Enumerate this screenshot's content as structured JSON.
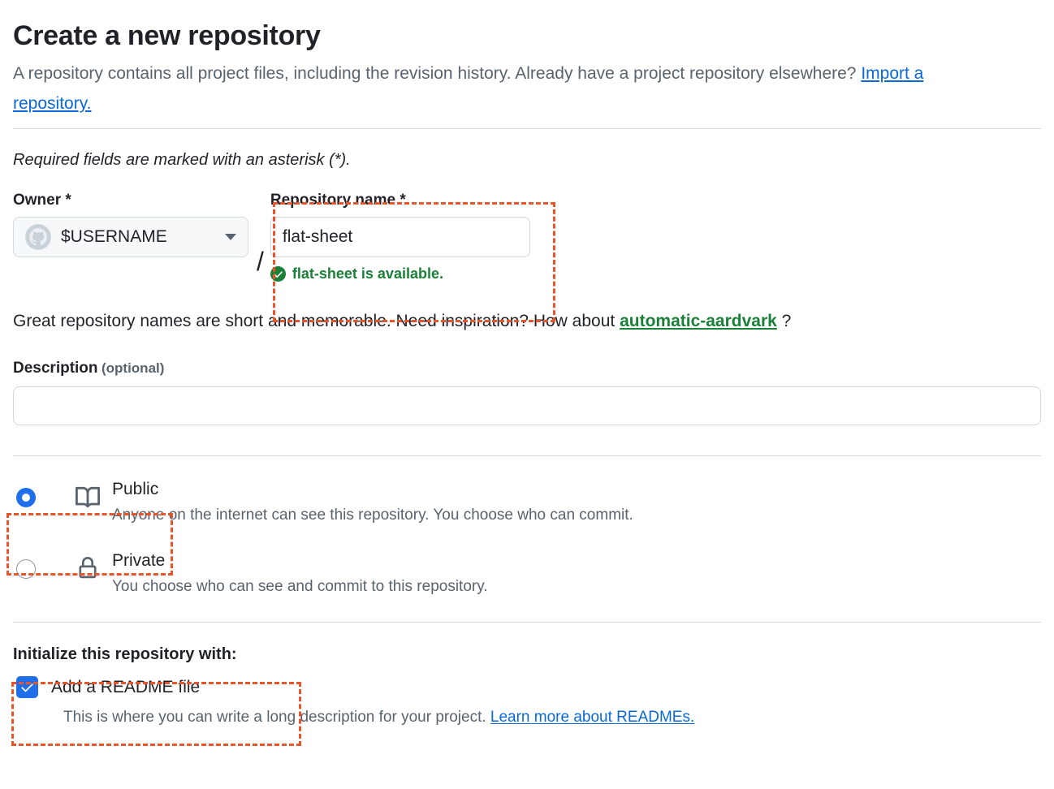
{
  "header": {
    "title": "Create a new repository",
    "subtitle_before": "A repository contains all project files, including the revision history. Already have a project repository elsewhere? ",
    "import_link": "Import a repository."
  },
  "required_note": "Required fields are marked with an asterisk (*).",
  "owner": {
    "label": "Owner *",
    "value": "$USERNAME",
    "avatar_icon": "github-octocat-avatar-icon",
    "caret_icon": "chevron-down-icon"
  },
  "separator": "/",
  "repository_name": {
    "label": "Repository name *",
    "value": "flat-sheet",
    "placeholder": "",
    "availability_icon": "check-circle-fill-icon",
    "availability_text": "flat-sheet is available."
  },
  "suggestion": {
    "prefix": "Great repository names are short and memorable. Need inspiration? How about ",
    "name": "automatic-aardvark",
    "suffix": " ?"
  },
  "description": {
    "label": "Description",
    "optional": "(optional)",
    "value": "",
    "placeholder": ""
  },
  "visibility": {
    "options": [
      {
        "id": "public",
        "icon": "repo-book-icon",
        "title": "Public",
        "description": "Anyone on the internet can see this repository. You choose who can commit.",
        "selected": true
      },
      {
        "id": "private",
        "icon": "lock-icon",
        "title": "Private",
        "description": "You choose who can see and commit to this repository.",
        "selected": false
      }
    ]
  },
  "initialize": {
    "heading": "Initialize this repository with:",
    "readme": {
      "label": "Add a README file",
      "checked": true,
      "description": "This is where you can write a long description for your project. ",
      "learn_more_link": "Learn more about READMEs."
    }
  },
  "colors": {
    "accent_blue": "#0969da",
    "control_blue": "#1f6feb",
    "success_green": "#1a7f37",
    "annotation_orange": "#e8552a",
    "muted_text": "#59636e",
    "border": "#d1d9e0"
  }
}
